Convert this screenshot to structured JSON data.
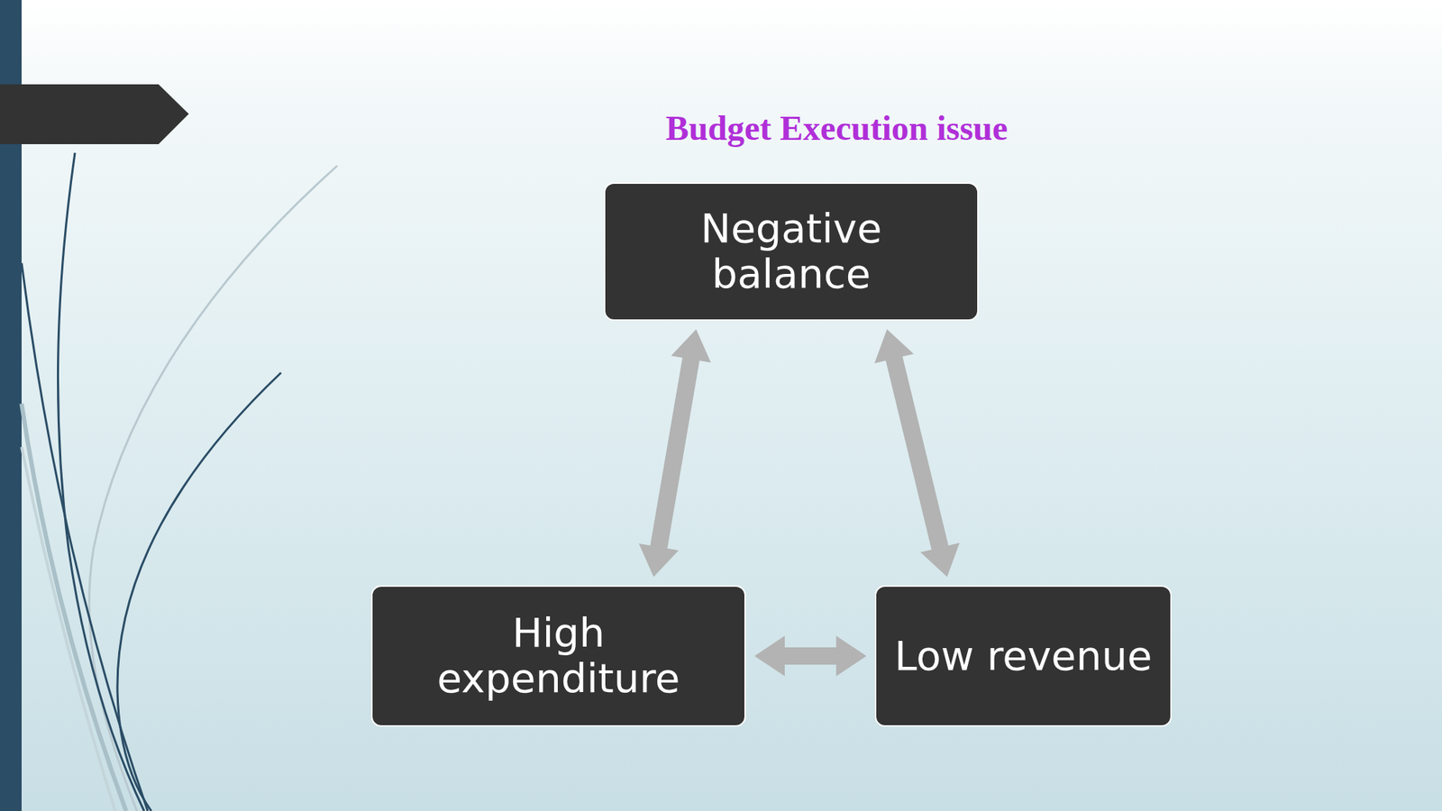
{
  "diagram": {
    "title": "Budget Execution issue",
    "nodes": [
      {
        "text": [
          "Negative balance"
        ]
      },
      {
        "text": [
          "High expenditure"
        ]
      },
      {
        "text": [
          "Low revenue"
        ]
      }
    ],
    "edges": [
      {
        "from": 0,
        "to": 1,
        "arrow": "both"
      },
      {
        "from": 0,
        "to": 2,
        "arrow": "both"
      },
      {
        "from": 1,
        "to": 2,
        "arrow": "both"
      }
    ]
  }
}
